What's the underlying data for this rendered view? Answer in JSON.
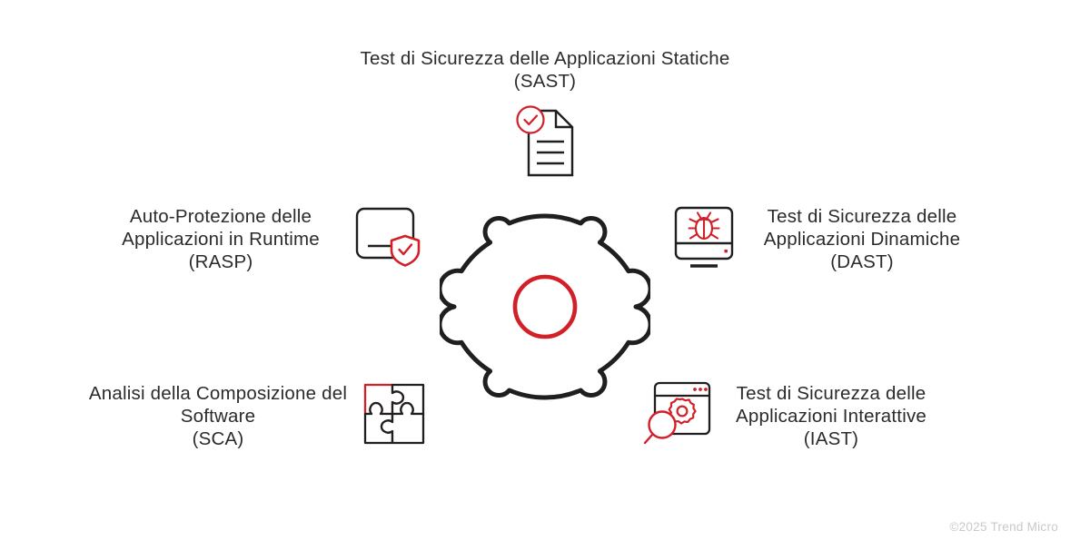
{
  "diagram": {
    "title_top": "Test di Sicurezza delle Applicazioni Statiche\n(SAST)",
    "colors": {
      "brand_red": "#D21F28",
      "outline_dark": "#1F1F1F",
      "text": "#2B2B2B",
      "copyright_gray": "#C9C9C9",
      "background": "#FFFFFF"
    },
    "center": {
      "name": "gear-hub",
      "teeth_notches": 8,
      "inner_circle_color": "#D21F28"
    },
    "nodes": [
      {
        "id": "sast",
        "label": "Test di Sicurezza delle Applicazioni Statiche\n(SAST)",
        "label_line1": "Test di Sicurezza delle Applicazioni Statiche",
        "label_line2": "(SAST)",
        "acronym": "SAST",
        "icon": "document-check-icon",
        "position": "top"
      },
      {
        "id": "rasp",
        "label": "Auto-Protezione delle Applicazioni in Runtime\n(RASP)",
        "label_line1": "Auto-Protezione delle",
        "label_line2": "Applicazioni in Runtime",
        "label_line3": "(RASP)",
        "acronym": "RASP",
        "icon": "screen-shield-icon",
        "position": "left-upper"
      },
      {
        "id": "dast",
        "label": "Test di Sicurezza delle Applicazioni Dinamiche\n(DAST)",
        "label_line1": "Test di Sicurezza delle",
        "label_line2": "Applicazioni Dinamiche",
        "label_line3": "(DAST)",
        "acronym": "DAST",
        "icon": "monitor-bug-icon",
        "position": "right-upper"
      },
      {
        "id": "sca",
        "label": "Analisi della Composizione del Software\n(SCA)",
        "label_line1": "Analisi della Composizione",
        "label_line2": "del Software",
        "label_line3": "(SCA)",
        "acronym": "SCA",
        "icon": "puzzle-pieces-icon",
        "position": "left-lower"
      },
      {
        "id": "iast",
        "label": "Test di Sicurezza delle Applicazioni Interattive\n(IAST)",
        "label_line1": "Test di Sicurezza delle",
        "label_line2": "Applicazioni Interattive",
        "label_line3": "(IAST)",
        "acronym": "IAST",
        "icon": "browser-gear-search-icon",
        "position": "right-lower"
      }
    ],
    "footer": {
      "copyright": "©2025 Trend Micro"
    }
  }
}
